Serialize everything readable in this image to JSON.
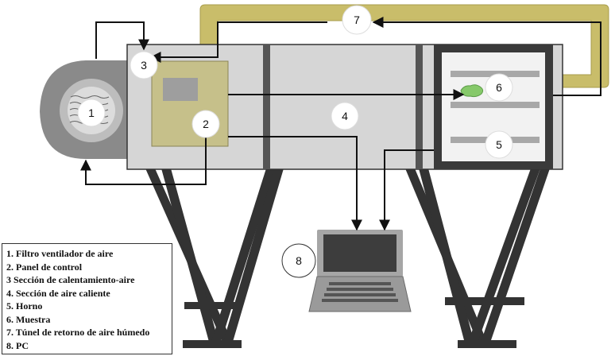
{
  "labels": {
    "fan": "1",
    "control_panel": "2",
    "heating_section": "3",
    "hot_air_section": "4",
    "oven": "5",
    "sample": "6",
    "return_tunnel": "7",
    "pc": "8"
  },
  "legend": {
    "items": [
      "1. Filtro ventilador de aire",
      "2. Panel de control",
      "3 Sección de calentamiento-aire",
      "4. Sección de aire caliente",
      "5. Horno",
      "6. Muestra",
      "7. Túnel de retorno de aire húmedo",
      "8. PC"
    ]
  },
  "colors": {
    "tunnel": "#c9bd6a",
    "chamber": "#d6d6d6",
    "control_panel": "#c6c08a",
    "fan_housing": "#8a8a8a",
    "sample": "#86c96a",
    "frame": "#333333"
  }
}
